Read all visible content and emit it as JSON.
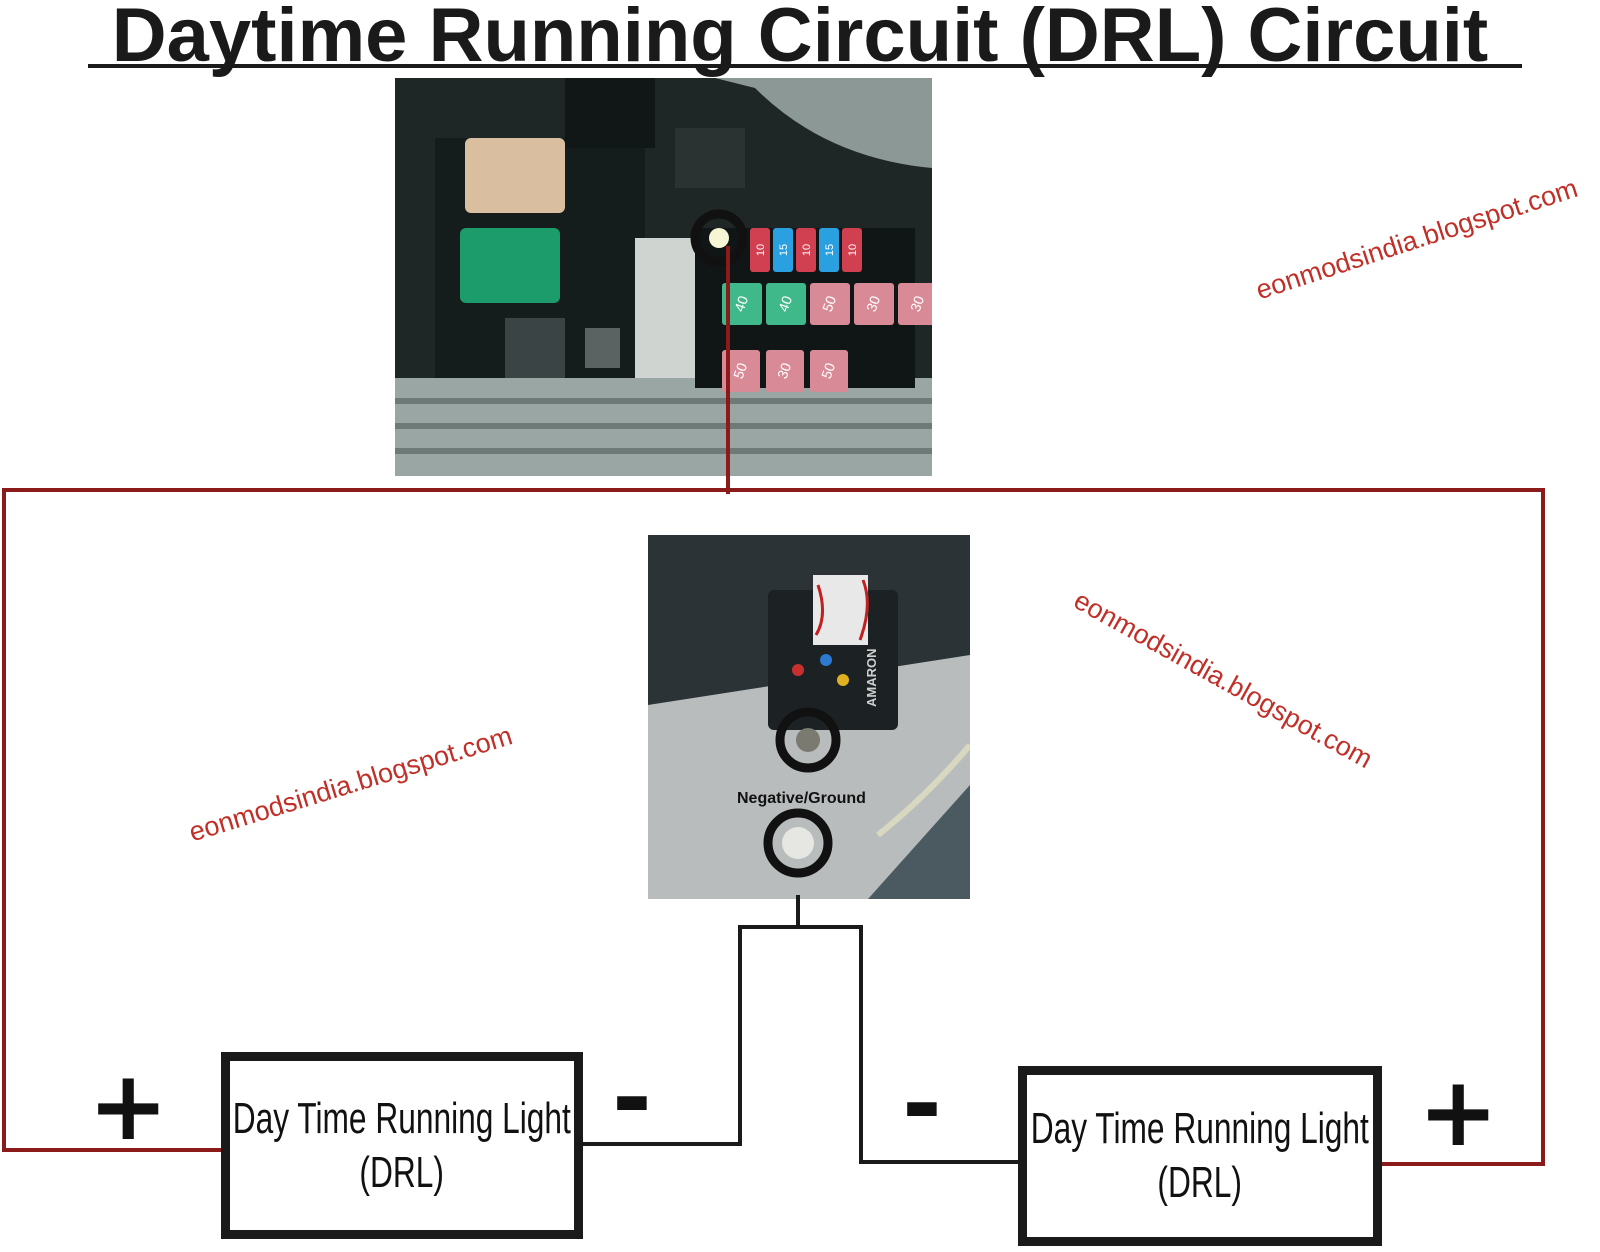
{
  "title": "Daytime Running Circuit (DRL) Circuit",
  "watermark": "eonmodsindia.blogspot.com",
  "battery_label": "Negative/Ground",
  "battery_brand": "AMARON",
  "fuse_labels": {
    "top_row": [
      "10",
      "15",
      "10",
      "15",
      "10"
    ],
    "middle_row": [
      "40",
      "40",
      "50",
      "30",
      "30"
    ],
    "bottom_row": [
      "50",
      "30",
      "50"
    ]
  },
  "drl_left": {
    "line1": "Day Time Running Light",
    "line2": "(DRL)",
    "positive": "+",
    "negative": "-"
  },
  "drl_right": {
    "line1": "Day Time Running Light",
    "line2": "(DRL)",
    "positive": "+",
    "negative": "-"
  },
  "colors": {
    "positive_wire": "#8b1a1a",
    "ground_wire": "#1a1a1a",
    "watermark": "#c03028"
  }
}
